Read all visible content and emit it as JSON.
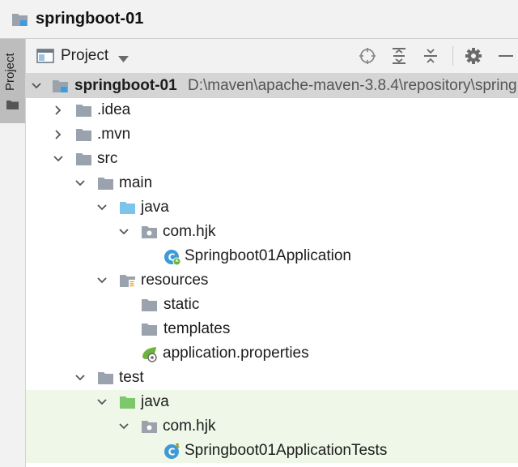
{
  "window": {
    "title": "springboot-01"
  },
  "left_strip": {
    "tab_label": "Project"
  },
  "panel": {
    "view_label": "Project",
    "toolbar": [
      "locate-icon",
      "expand-all-icon",
      "collapse-all-icon",
      "gear-icon",
      "minimize-icon"
    ]
  },
  "tree": {
    "root": {
      "name": "springboot-01",
      "path": "D:\\maven\\apache-maven-3.8.4\\repository\\spring"
    },
    "idea": ".idea",
    "mvn": ".mvn",
    "src": "src",
    "main": "main",
    "main_java": "java",
    "main_pkg": "com.hjk",
    "main_class": "Springboot01Application",
    "resources": "resources",
    "static": "static",
    "templates": "templates",
    "properties": "application.properties",
    "test": "test",
    "test_java": "java",
    "test_pkg": "com.hjk",
    "test_class": "Springboot01ApplicationTests"
  },
  "colors": {
    "folder_gray": "#9aa3ad",
    "folder_source_blue": "#7cc4ec",
    "folder_test_green": "#7cc86a",
    "selected_row": "#d5d5d5",
    "test_row": "#eef7e8",
    "module_blue": "#3c9ce0"
  }
}
